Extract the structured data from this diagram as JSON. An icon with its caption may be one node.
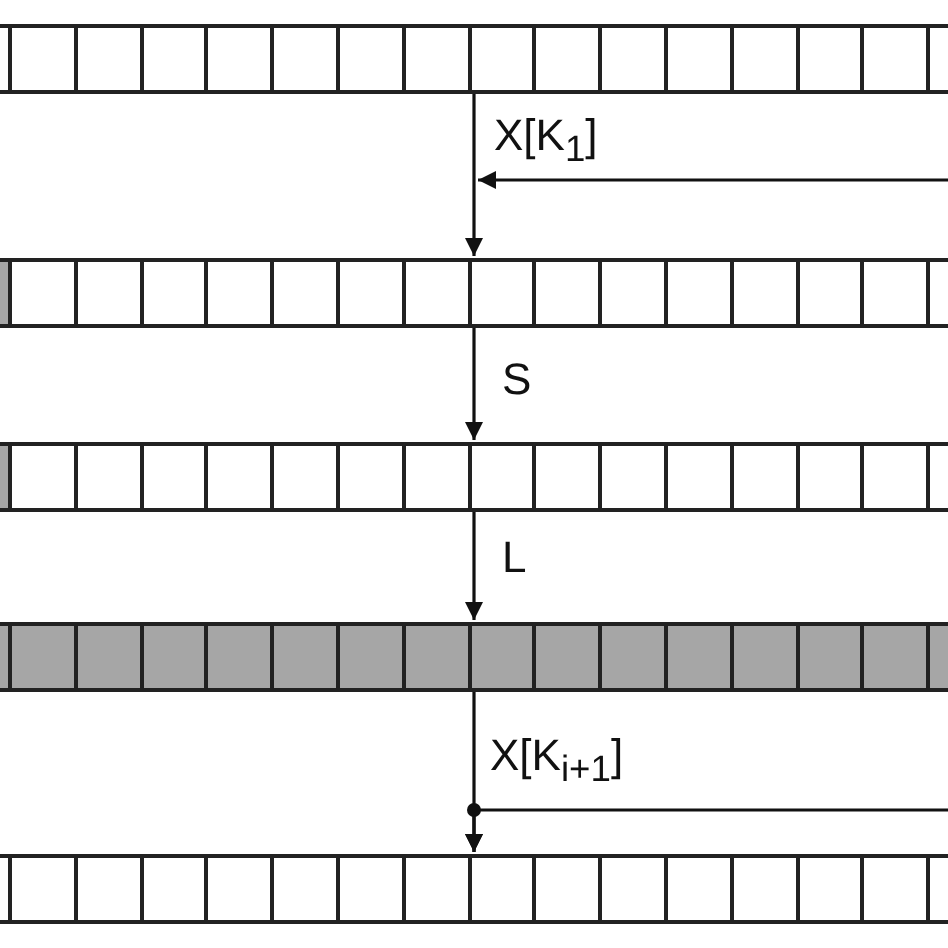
{
  "diagram": {
    "nodes": [
      {
        "text": [],
        "shape": "bar"
      },
      {
        "text": [],
        "shape": "bar"
      },
      {
        "text": [],
        "shape": "bar"
      },
      {
        "text": [],
        "shape": "bar"
      },
      {
        "text": [],
        "shape": "bar"
      }
    ],
    "edges": [
      {
        "from": 0,
        "to": 1,
        "arrow": "to"
      },
      {
        "from": null,
        "to": 1,
        "arrow": "to",
        "label": "X[K$_{1}$]"
      },
      {
        "from": 1,
        "to": 2,
        "arrow": "to",
        "label": "S"
      },
      {
        "from": 2,
        "to": 3,
        "arrow": "to",
        "label": "L"
      },
      {
        "from": 3,
        "to": 4,
        "arrow": "to"
      },
      {
        "from": null,
        "to": 4,
        "arrow": "to",
        "label": "X[K$_{i+1}$]"
      }
    ]
  }
}
